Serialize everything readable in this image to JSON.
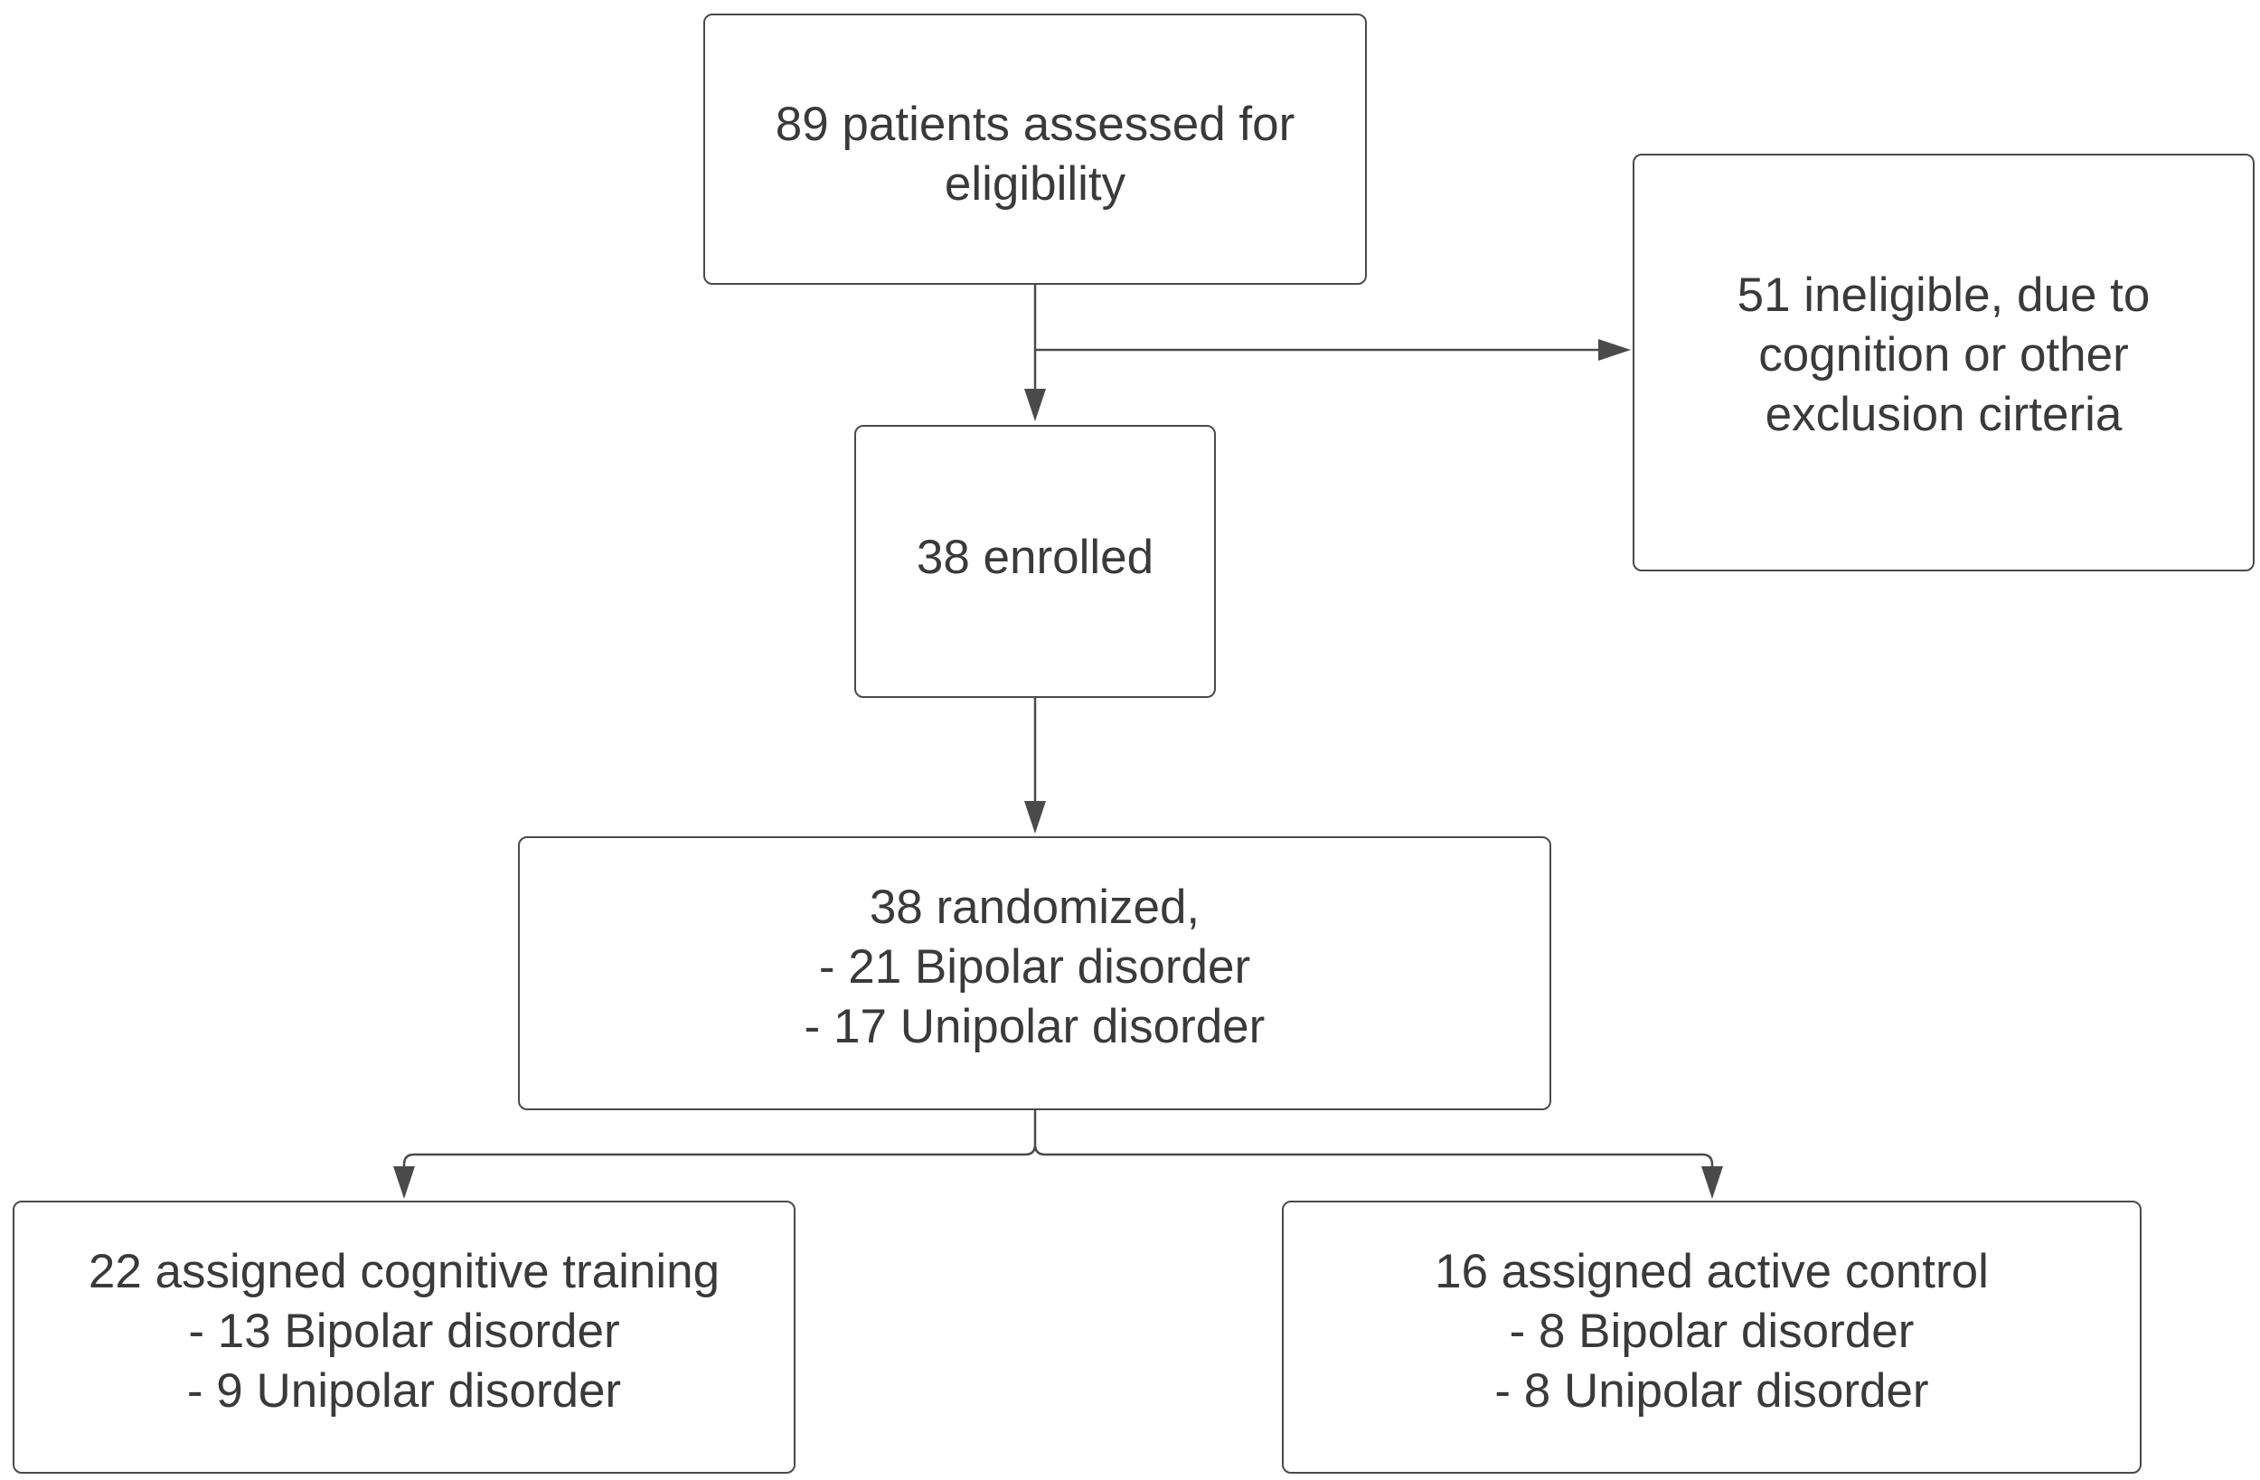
{
  "flowchart": {
    "assessed": {
      "lines": [
        "89 patients assessed for",
        "eligibility"
      ]
    },
    "ineligible": {
      "lines": [
        "51 ineligible, due to",
        "cognition or other",
        "exclusion cirteria"
      ]
    },
    "enrolled": {
      "lines": [
        "38 enrolled"
      ]
    },
    "randomized": {
      "lines": [
        "38 randomized,",
        "- 21 Bipolar disorder",
        "- 17 Unipolar disorder"
      ]
    },
    "cognitive_training": {
      "lines": [
        "22 assigned cognitive training",
        "- 13 Bipolar disorder",
        "- 9 Unipolar disorder"
      ]
    },
    "active_control": {
      "lines": [
        "16 assigned active control",
        "- 8 Bipolar disorder",
        "- 8 Unipolar disorder"
      ]
    }
  },
  "colors": {
    "stroke": "#4a4a4a",
    "text": "#3a3a3a",
    "background": "#ffffff"
  }
}
